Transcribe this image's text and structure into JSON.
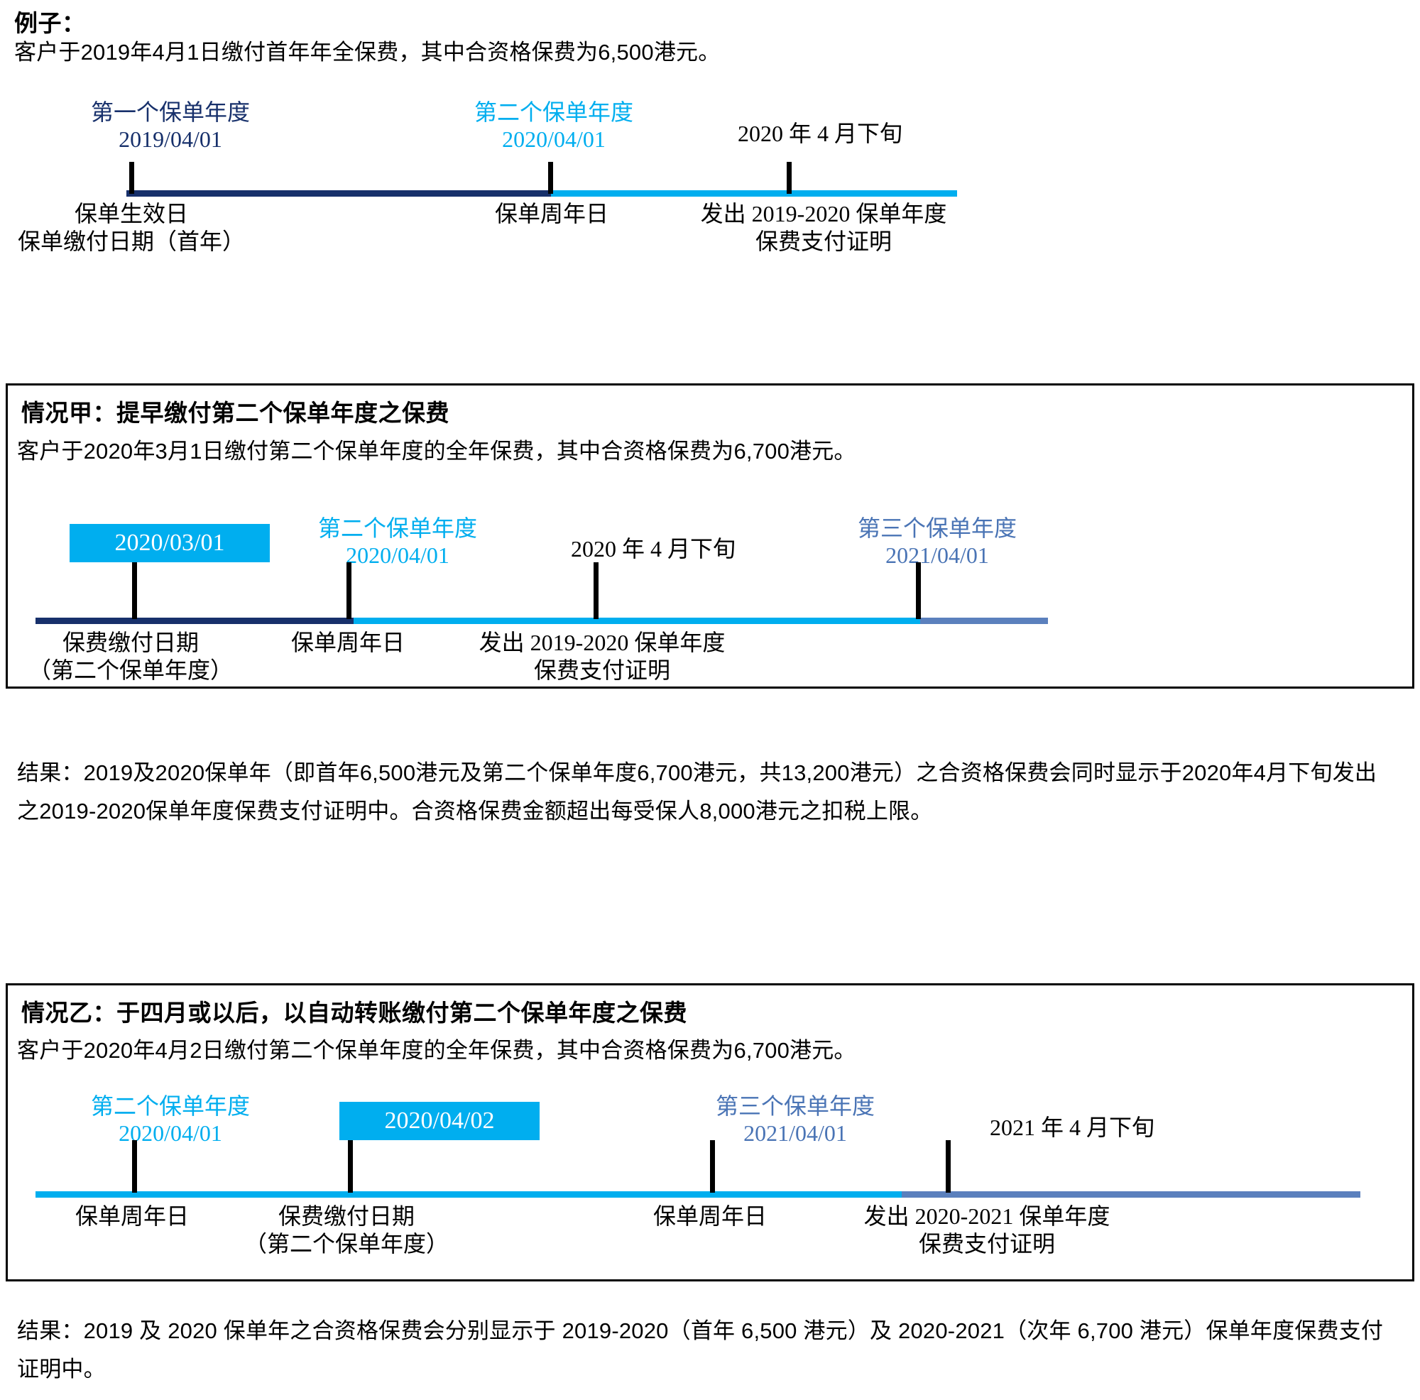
{
  "example": {
    "heading": "例子：",
    "intro": "客户于2019年4月1日缴付首年年全保费，其中合资格保费为6,500港元。",
    "timeline": {
      "markers": [
        {
          "above_name": "第一个保单年度",
          "above_date": "2019/04/01",
          "above_color": "#17306b",
          "below_lines": [
            "保单生效日",
            "保单缴付日期（首年）"
          ]
        },
        {
          "above_name": "第二个保单年度",
          "above_date": "2020/04/01",
          "above_color": "#00aeef",
          "below_lines": [
            "保单周年日"
          ]
        },
        {
          "above_name": "",
          "above_date": "2020 年 4 月下旬",
          "above_color": "#000000",
          "below_lines": [
            "发出 2019-2020 保单年度",
            "保费支付证明"
          ]
        }
      ],
      "segments": [
        {
          "color": "#17306b",
          "name": "first-policy-year-segment"
        },
        {
          "color": "#00aeef",
          "name": "second-policy-year-segment"
        }
      ]
    }
  },
  "case_a": {
    "heading": "情况甲：提早缴付第二个保单年度之保费",
    "intro": "客户于2020年3月1日缴付第二个保单年度的全年保费，其中合资格保费为6,700港元。",
    "timeline": {
      "markers": [
        {
          "chip": "2020/03/01",
          "chip_color": "#00aeef",
          "below_lines": [
            "保费缴付日期",
            "（第二个保单年度）"
          ]
        },
        {
          "above_name": "第二个保单年度",
          "above_date": "2020/04/01",
          "above_color": "#00aeef",
          "below_lines": [
            "保单周年日"
          ]
        },
        {
          "above_name": "",
          "above_date": "2020 年 4 月下旬",
          "above_color": "#000000",
          "below_lines": [
            "发出 2019-2020 保单年度",
            "保费支付证明"
          ]
        },
        {
          "above_name": "第三个保单年度",
          "above_date": "2021/04/01",
          "above_color": "#4a74b5",
          "below_lines": []
        }
      ],
      "segments": [
        {
          "color": "#17306b",
          "name": "first-policy-year-segment"
        },
        {
          "color": "#00aeef",
          "name": "second-policy-year-segment"
        },
        {
          "color": "#5b80bd",
          "name": "third-policy-year-segment"
        }
      ]
    },
    "result": "结果：2019及2020保单年（即首年6,500港元及第二个保单年度6,700港元，共13,200港元）之合资格保费会同时显示于2020年4月下旬发出之2019-2020保单年度保费支付证明中。合资格保费金额超出每受保人8,000港元之扣税上限。"
  },
  "case_b": {
    "heading": "情况乙：于四月或以后，以自动转账缴付第二个保单年度之保费",
    "intro": "客户于2020年4月2日缴付第二个保单年度的全年保费，其中合资格保费为6,700港元。",
    "timeline": {
      "markers": [
        {
          "above_name": "第二个保单年度",
          "above_date": "2020/04/01",
          "above_color": "#00aeef",
          "below_lines": [
            "保单周年日"
          ]
        },
        {
          "chip": "2020/04/02",
          "chip_color": "#00aeef",
          "below_lines": [
            "保费缴付日期",
            "（第二个保单年度）"
          ]
        },
        {
          "above_name": "第三个保单年度",
          "above_date": "2021/04/01",
          "above_color": "#4a74b5",
          "below_lines": [
            "保单周年日"
          ]
        },
        {
          "above_name": "",
          "above_date": "2021 年 4 月下旬",
          "above_color": "#000000",
          "below_lines": [
            "发出 2020-2021 保单年度",
            "保费支付证明"
          ]
        }
      ],
      "segments": [
        {
          "color": "#00aeef",
          "name": "second-policy-year-segment"
        },
        {
          "color": "#5b80bd",
          "name": "third-policy-year-segment"
        }
      ]
    },
    "result": "结果：2019 及 2020 保单年之合资格保费会分别显示于 2019-2020（首年 6,500 港元）及 2020-2021（次年 6,700 港元）保单年度保费支付证明中。"
  },
  "colors": {
    "navy": "#17306b",
    "cyan": "#00aeef",
    "blue": "#5b80bd",
    "chip_text": "#ffffff",
    "border": "#000000"
  }
}
